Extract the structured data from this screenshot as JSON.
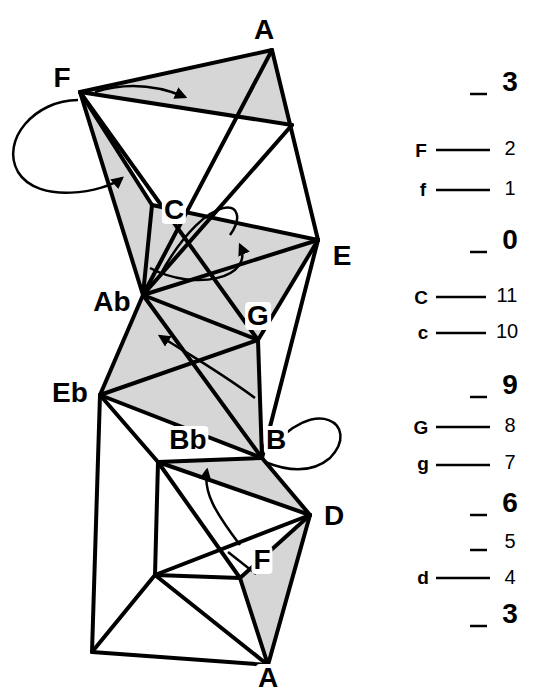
{
  "diagram": {
    "labels": [
      "A",
      "F",
      "C",
      "E",
      "Ab",
      "G",
      "Eb",
      "Bb",
      "B",
      "D",
      "F",
      "A",
      "3",
      "F",
      "2",
      "f",
      "1",
      "0",
      "C",
      "11",
      "c",
      "10",
      "9",
      "G",
      "8",
      "g",
      "7",
      "6",
      "5",
      "d",
      "4",
      "3"
    ]
  }
}
